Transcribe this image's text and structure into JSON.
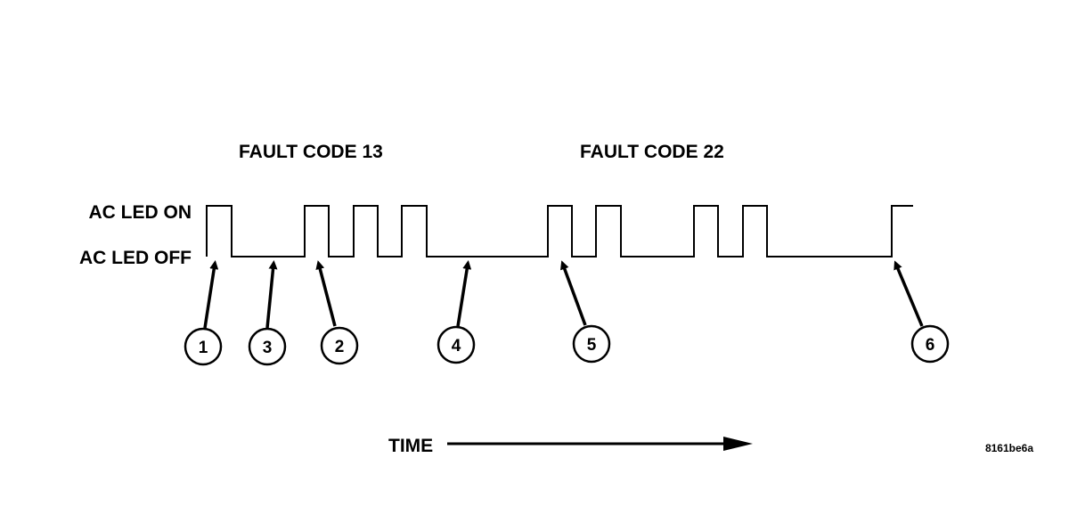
{
  "fault_codes": {
    "left": "FAULT CODE 13",
    "right": "FAULT CODE 22"
  },
  "levels": {
    "on": "AC LED ON",
    "off": "AC LED OFF"
  },
  "callouts": [
    "1",
    "3",
    "2",
    "4",
    "5",
    "6"
  ],
  "time_label": "TIME",
  "figure_id": "8161be6a"
}
